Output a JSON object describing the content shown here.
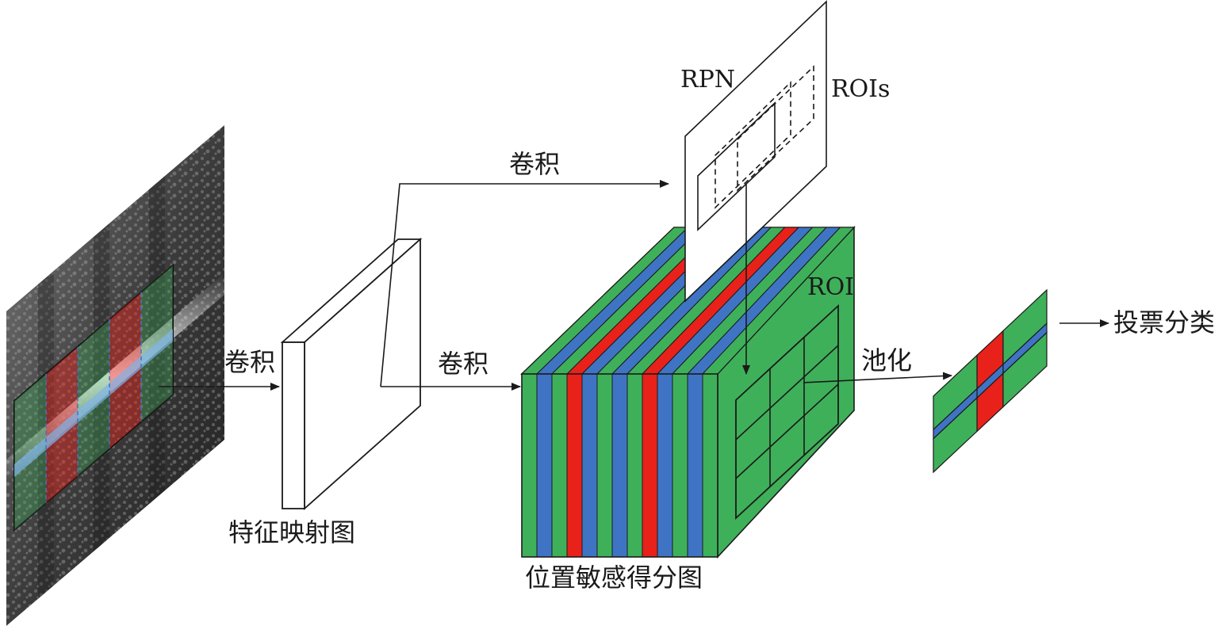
{
  "labels": {
    "conv_input": "卷积",
    "feature_map": "特征映射图",
    "conv_upper": "卷积",
    "conv_lower": "卷积",
    "rpn": "RPN",
    "rois": "ROIs",
    "roi": "ROI",
    "score_map": "位置敏感得分图",
    "pooling": "池化",
    "vote": "投票分类"
  },
  "colors": {
    "green": "#3fb05a",
    "red": "#e8221b",
    "blue": "#3f74c4",
    "stroke": "#1a1a1a"
  },
  "score_map_layers": [
    "green",
    "blue",
    "green",
    "red",
    "blue",
    "green",
    "blue",
    "green",
    "red",
    "blue",
    "green",
    "blue",
    "green"
  ],
  "pooled_grid": {
    "rows": [
      [
        "green",
        "red",
        "green"
      ],
      [
        "blue",
        "blue",
        "blue"
      ],
      [
        "green",
        "red",
        "green"
      ]
    ]
  }
}
